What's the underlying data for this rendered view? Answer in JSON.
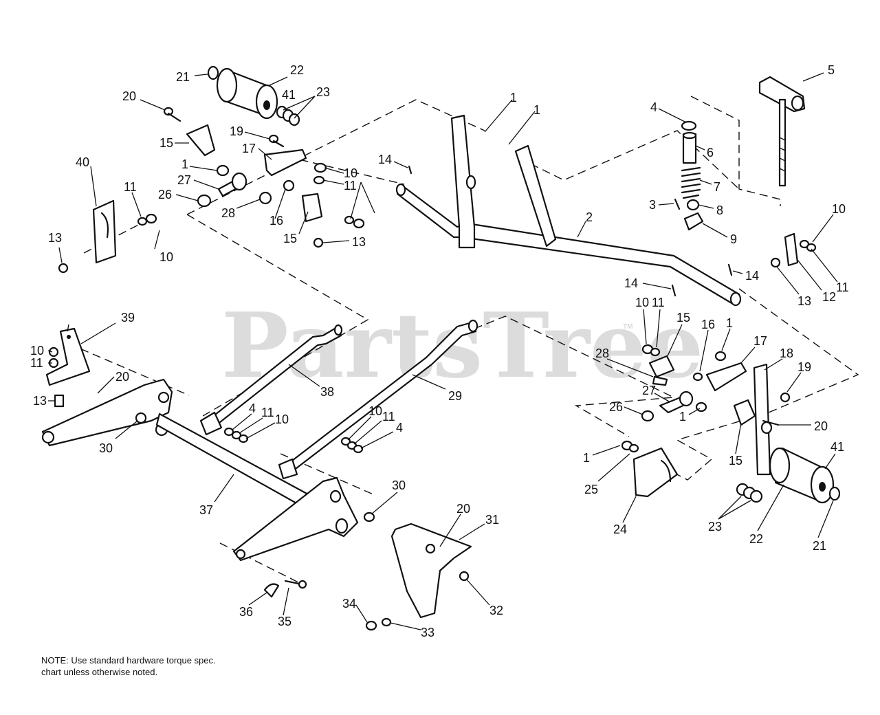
{
  "watermark": {
    "text": "PartsTree",
    "mark": "TM"
  },
  "note": "NOTE:  Use standard hardware torque spec. chart unless otherwise noted.",
  "callouts": {
    "c1a": "1",
    "c1b": "1",
    "c1c": "1",
    "c1d": "1",
    "c1e": "1",
    "c1f": "1",
    "c2": "2",
    "c3": "3",
    "c4a": "4",
    "c4b": "4",
    "c4c": "4",
    "c5": "5",
    "c6": "6",
    "c7": "7",
    "c8": "8",
    "c9": "9",
    "c10a": "10",
    "c10b": "10",
    "c10c": "10",
    "c10d": "10",
    "c10e": "10",
    "c10f": "10",
    "c10g": "10",
    "c11a": "11",
    "c11b": "11",
    "c11c": "11",
    "c11d": "11",
    "c11e": "11",
    "c11f": "11",
    "c11g": "11",
    "c12": "12",
    "c13a": "13",
    "c13b": "13",
    "c13c": "13",
    "c13d": "13",
    "c14a": "14",
    "c14b": "14",
    "c14c": "14",
    "c15a": "15",
    "c15b": "15",
    "c15c": "15",
    "c15d": "15",
    "c16a": "16",
    "c16b": "16",
    "c17a": "17",
    "c17b": "17",
    "c18": "18",
    "c19a": "19",
    "c19b": "19",
    "c20a": "20",
    "c20b": "20",
    "c20c": "20",
    "c20d": "20",
    "c21a": "21",
    "c21b": "21",
    "c22a": "22",
    "c22b": "22",
    "c23a": "23",
    "c23b": "23",
    "c24": "24",
    "c25": "25",
    "c26a": "26",
    "c26b": "26",
    "c27a": "27",
    "c27b": "27",
    "c28a": "28",
    "c28b": "28",
    "c29": "29",
    "c30a": "30",
    "c30b": "30",
    "c31": "31",
    "c32": "32",
    "c33": "33",
    "c34": "34",
    "c35": "35",
    "c36": "36",
    "c37": "37",
    "c38": "38",
    "c39": "39",
    "c40": "40",
    "c41a": "41",
    "c41b": "41"
  }
}
